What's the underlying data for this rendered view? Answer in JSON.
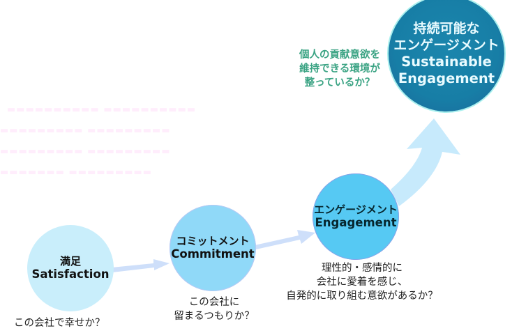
{
  "diagram": {
    "stages": [
      {
        "id": "satisfaction",
        "label_jp": "満足",
        "label_en": "Satisfaction",
        "question": [
          "この会社で幸せか？"
        ],
        "color": "#c9eefb"
      },
      {
        "id": "commitment",
        "label_jp": "コミットメント",
        "label_en": "Commitment",
        "question": [
          "この会社に",
          "留まるつもりか？"
        ],
        "color": "#90d9f8"
      },
      {
        "id": "engagement",
        "label_jp": "エンゲージメント",
        "label_en": "Engagement",
        "question": [
          "理性的・感情的に",
          "会社に愛着を感じ、",
          "自発的に取り組む意欲があるか？"
        ],
        "color": "#56c9f3"
      },
      {
        "id": "sustainable-engagement",
        "label_jp_lines": [
          "持続可能な",
          "エンゲージメント"
        ],
        "label_en_lines": [
          "Sustainable",
          "Engagement"
        ],
        "question": [
          "個人の貢献意欲を",
          "維持できる環境が",
          "整っているか？"
        ],
        "color": "#177ea6",
        "question_color": "#3aa383"
      }
    ],
    "arrow_color": "#c7eafc"
  }
}
